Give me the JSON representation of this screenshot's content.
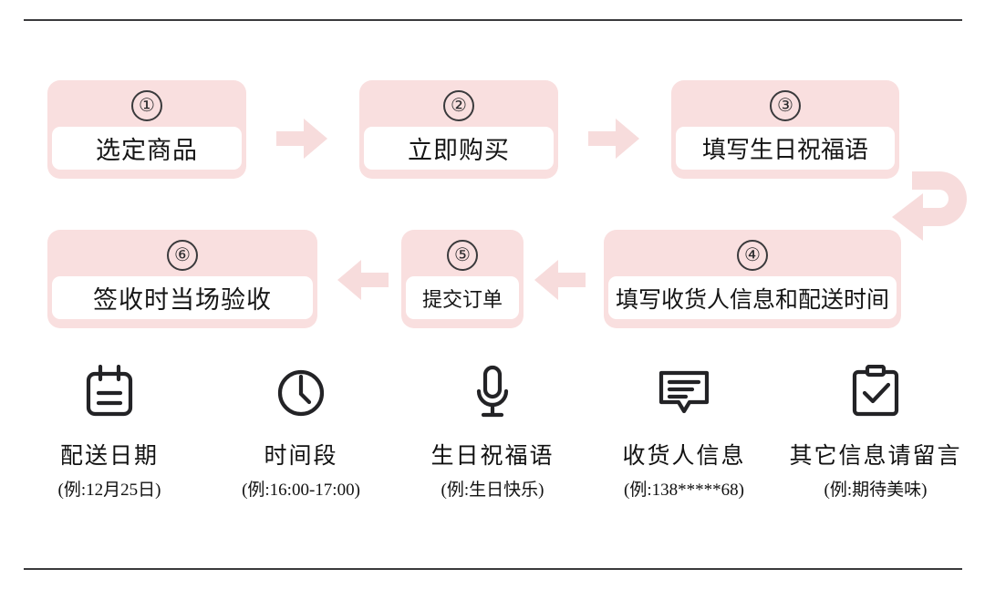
{
  "flow": {
    "steps": [
      {
        "number": "①",
        "label": "选定商品"
      },
      {
        "number": "②",
        "label": "立即购买"
      },
      {
        "number": "③",
        "label": "填写生日祝福语"
      },
      {
        "number": "④",
        "label": "填写收货人信息和配送时间"
      },
      {
        "number": "⑤",
        "label": "提交订单"
      },
      {
        "number": "⑥",
        "label": "签收时当场验收"
      }
    ],
    "connectors": [
      {
        "name": "arrow-step1-to-step2",
        "direction": "right"
      },
      {
        "name": "arrow-step2-to-step3",
        "direction": "right"
      },
      {
        "name": "arrow-step3-to-step4",
        "direction": "u-turn-down-left"
      },
      {
        "name": "arrow-step4-to-step5",
        "direction": "left"
      },
      {
        "name": "arrow-step5-to-step6",
        "direction": "left"
      }
    ]
  },
  "info_items": [
    {
      "icon": "calendar-icon",
      "title": "配送日期",
      "example": "(例:12月25日)"
    },
    {
      "icon": "clock-icon",
      "title": "时间段",
      "example": "(例:16:00-17:00)"
    },
    {
      "icon": "microphone-icon",
      "title": "生日祝福语",
      "example": "(例:生日快乐)"
    },
    {
      "icon": "message-icon",
      "title": "收货人信息",
      "example": "(例:138*****68)"
    },
    {
      "icon": "clipboard-check-icon",
      "title": "其它信息请留言",
      "example": "(例:期待美味)"
    }
  ],
  "colors": {
    "step_header_pink": "#f9dfdf",
    "arrow_pink": "#f7dcdc",
    "rule_gray": "#3a3a3c",
    "text_black": "#111111"
  }
}
